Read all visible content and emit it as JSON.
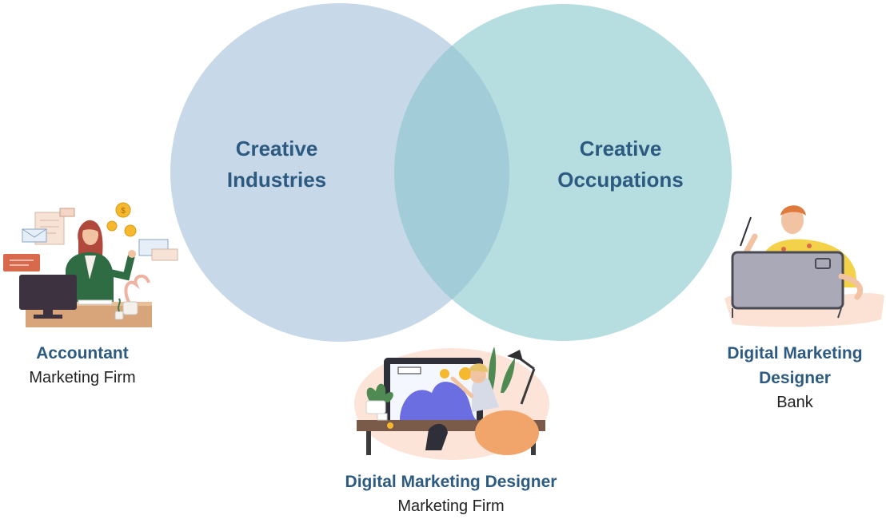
{
  "venn": {
    "left_label_line1": "Creative",
    "left_label_line2": "Industries",
    "right_label_line1": "Creative",
    "right_label_line2": "Occupations",
    "colors": {
      "left_circle": "#c7d8e8",
      "right_circle": "#b6dde0",
      "overlap": "#a2ccd7",
      "label": "#2d5a80"
    }
  },
  "people": [
    {
      "role": "Accountant",
      "org": "Marketing Firm",
      "illustration": "accountant-at-desk-illustration"
    },
    {
      "role": "Digital Marketing Designer",
      "org": "Marketing Firm",
      "illustration": "designer-drawing-on-monitor-illustration"
    },
    {
      "role_line1": "Digital Marketing",
      "role_line2": "Designer",
      "org": "Bank",
      "illustration": "designer-with-tablet-illustration"
    }
  ]
}
